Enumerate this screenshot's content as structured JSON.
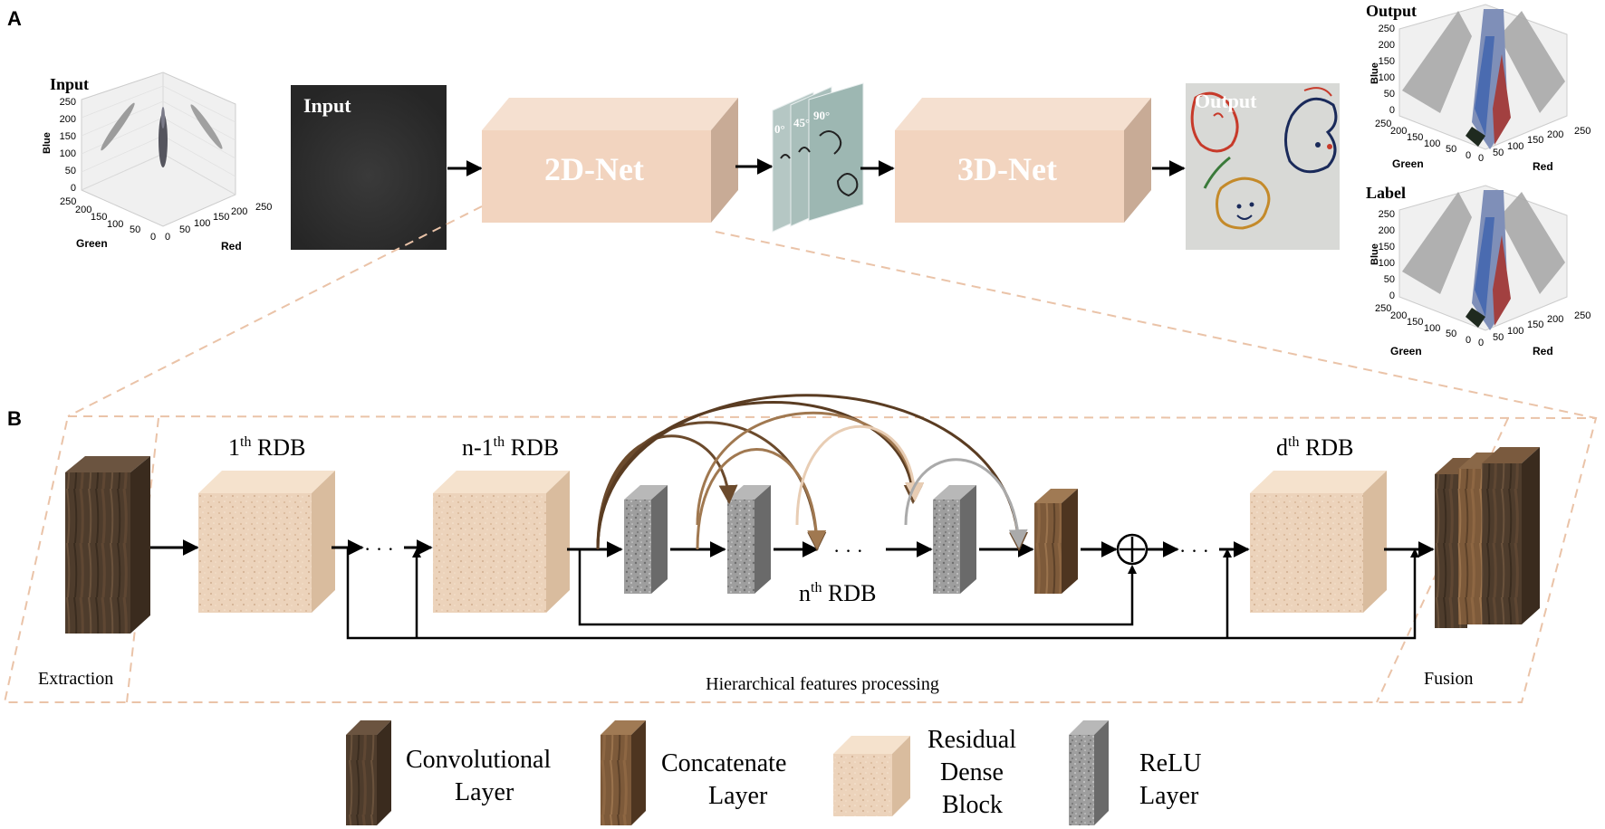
{
  "panel_a": {
    "label": "A",
    "input_plot": {
      "title": "Input",
      "zlabel": "Blue",
      "xlabel": "Green",
      "ylabel": "Red",
      "z_ticks": [
        "250",
        "200",
        "150",
        "100",
        "50",
        "0"
      ],
      "green_ticks": [
        "250",
        "200",
        "150",
        "100",
        "50",
        "0"
      ],
      "red_ticks": [
        "0",
        "50",
        "100",
        "150",
        "200",
        "250"
      ]
    },
    "input_image_label": "Input",
    "net1_label": "2D-Net",
    "net2_label": "3D-Net",
    "angle_labels": [
      "0°",
      "45°",
      "90°"
    ],
    "output_image_label": "Output",
    "output_plot": {
      "title": "Output",
      "zlabel": "Blue",
      "xlabel": "Green",
      "ylabel": "Red",
      "z_ticks": [
        "250",
        "200",
        "150",
        "100",
        "50",
        "0"
      ],
      "green_ticks": [
        "250",
        "200",
        "150",
        "100",
        "50",
        "0"
      ],
      "red_ticks": [
        "0",
        "50",
        "100",
        "150",
        "200",
        "250"
      ]
    },
    "label_plot": {
      "title": "Label",
      "zlabel": "Blue",
      "xlabel": "Green",
      "ylabel": "Red",
      "z_ticks": [
        "250",
        "200",
        "150",
        "100",
        "50",
        "0"
      ],
      "green_ticks": [
        "250",
        "200",
        "150",
        "100",
        "50",
        "0"
      ],
      "red_ticks": [
        "0",
        "50",
        "100",
        "150",
        "200",
        "250"
      ]
    }
  },
  "panel_b": {
    "label": "B",
    "rdb_1_base": "1",
    "rdb_1_sup": "th",
    "rdb_1_suffix": " RDB",
    "rdb_n1_base": "n-1",
    "rdb_n1_sup": "th",
    "rdb_n1_suffix": " RDB",
    "rdb_n_base": "n",
    "rdb_n_sup": "th",
    "rdb_n_suffix": " RDB",
    "rdb_d_base": "d",
    "rdb_d_sup": "th",
    "rdb_d_suffix": " RDB",
    "ellipsis": "· · ·",
    "extraction_label": "Extraction",
    "hierarchical_label": "Hierarchical features processing",
    "fusion_label": "Fusion"
  },
  "legend": {
    "conv": [
      "Convolutional",
      "Layer"
    ],
    "concat": [
      "Concatenate",
      "Layer"
    ],
    "rdb": [
      "Residual",
      "Dense",
      "Block"
    ],
    "relu": [
      "ReLU",
      "Layer"
    ]
  },
  "colors": {
    "net_block": "#f2d4bf",
    "net_block_side": "#c8ab96",
    "dashed_line": "#eac3a8",
    "rdb_block": "#ecd3bb",
    "conv_wood": "#4e3c2c",
    "concat_wood": "#7d5a3a",
    "relu_gray": "#9a9a9a"
  }
}
